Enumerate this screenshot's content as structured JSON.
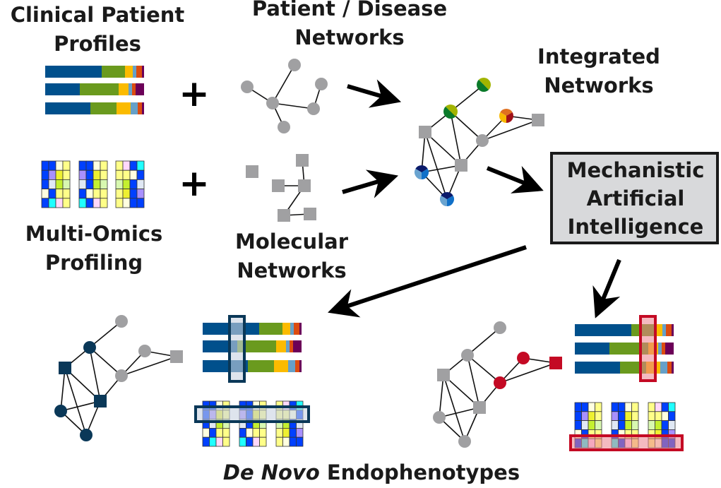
{
  "labels": {
    "clinical_line1": "Clinical Patient",
    "clinical_line2": "Profiles",
    "patient_net_line1": "Patient / Disease",
    "patient_net_line2": "Networks",
    "integrated_line1": "Integrated",
    "integrated_line2": "Networks",
    "omics_line1": "Multi-Omics",
    "omics_line2": "Profiling",
    "molecular_line1": "Molecular",
    "molecular_line2": "Networks",
    "mai_line1": "Mechanistic",
    "mai_line2": "Artificial",
    "mai_line3": "Intelligence",
    "footer_italic": "De Novo",
    "footer_rest": " Endophenotypes",
    "plus": "+"
  },
  "colors": {
    "profile_segments": [
      "#00508c",
      "#6a9a1e",
      "#fbbb00",
      "#66a0c8",
      "#dc4c10",
      "#6c0058"
    ],
    "node_gray": "#a0a0a2",
    "navy": "#0a3858",
    "red": "#c40a24",
    "box_fill": "#d8d9db",
    "grid": {
      "B": "#0040ff",
      "Y": "#ffff88",
      "L": "#ffffe0",
      "V": "#a890ff",
      "E": "#eef030",
      "G": "#c4f030",
      "P": "#d8f8b0",
      "S": "#e0e8f4",
      "C": "#20ffff",
      "K": "#ffd8fa"
    }
  }
}
